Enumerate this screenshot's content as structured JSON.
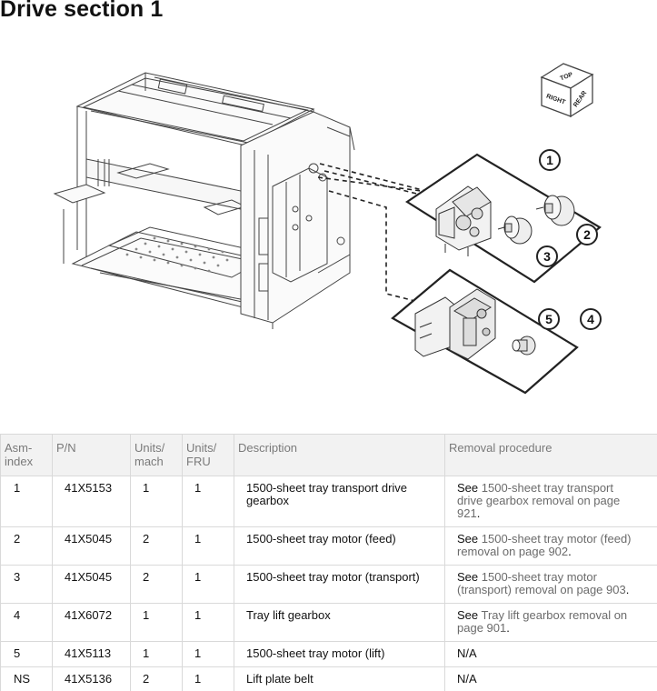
{
  "page": {
    "title": "Drive section 1"
  },
  "figure": {
    "orientation_cube": {
      "top": "TOP",
      "right": "RIGHT",
      "rear": "REAR"
    },
    "callouts": [
      "1",
      "2",
      "3",
      "4",
      "5"
    ]
  },
  "table": {
    "headers": {
      "asm": [
        "Asm-",
        "index"
      ],
      "pn": "P/N",
      "units_mach": [
        "Units/",
        "mach"
      ],
      "units_fru": [
        "Units/",
        "FRU"
      ],
      "description": "Description",
      "removal": "Removal procedure"
    },
    "rows": [
      {
        "asm": "1",
        "pn": "41X5153",
        "mach": "1",
        "fru": "1",
        "desc_lines": [
          "1500-sheet tray transport drive",
          "gearbox"
        ],
        "removal": {
          "prefix": "See ",
          "lines": [
            "1500-sheet tray transport",
            "drive gearbox removal on page"
          ],
          "tail_link": "921",
          "end": "."
        }
      },
      {
        "asm": "2",
        "pn": "41X5045",
        "mach": "2",
        "fru": "1",
        "desc_lines": [
          "1500-sheet tray motor (feed)"
        ],
        "removal": {
          "prefix": "See ",
          "lines": [
            "1500-sheet tray motor (feed)",
            "removal on page 902"
          ],
          "tail_link": "",
          "end": "."
        }
      },
      {
        "asm": "3",
        "pn": "41X5045",
        "mach": "2",
        "fru": "1",
        "desc_lines": [
          "1500-sheet tray motor (transport)"
        ],
        "removal": {
          "prefix": "See ",
          "lines": [
            "1500-sheet tray motor",
            "(transport) removal on page 903"
          ],
          "tail_link": "",
          "end": "."
        }
      },
      {
        "asm": "4",
        "pn": "41X6072",
        "mach": "1",
        "fru": "1",
        "desc_lines": [
          "Tray lift gearbox"
        ],
        "removal": {
          "prefix": "See ",
          "lines": [
            "Tray lift gearbox removal on",
            "page 901"
          ],
          "tail_link": "",
          "end": "."
        }
      },
      {
        "asm": "5",
        "pn": "41X5113",
        "mach": "1",
        "fru": "1",
        "desc_lines": [
          "1500-sheet tray motor (lift)"
        ],
        "removal": {
          "text": "N/A"
        }
      },
      {
        "asm": "NS",
        "pn": "41X5136",
        "mach": "2",
        "fru": "1",
        "desc_lines": [
          "Lift plate belt"
        ],
        "removal": {
          "text": "N/A"
        }
      }
    ]
  }
}
